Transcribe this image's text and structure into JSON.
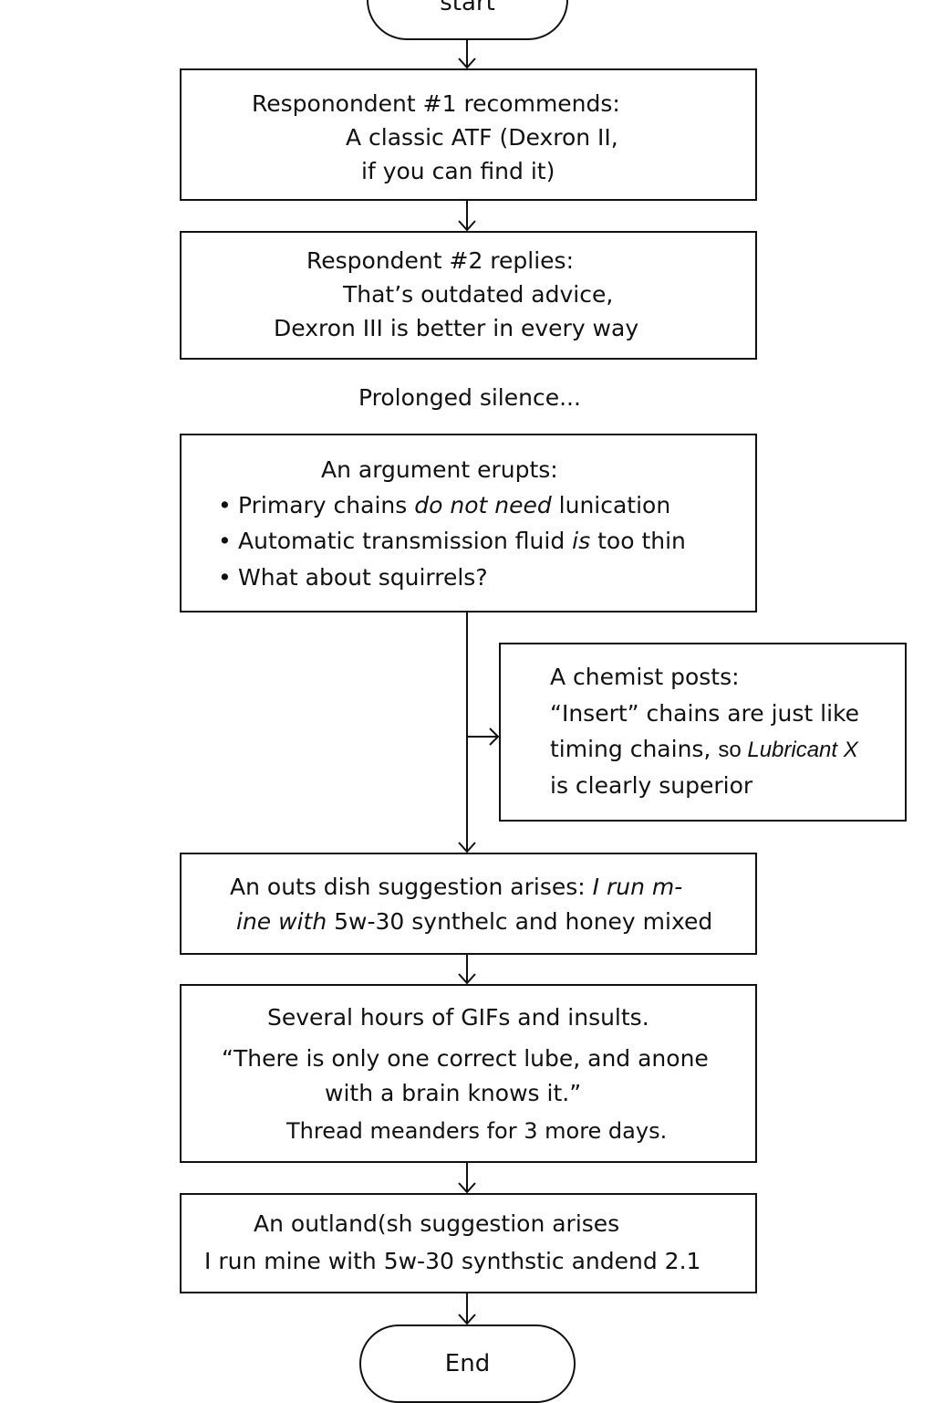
{
  "start": {
    "label": "start"
  },
  "step1": {
    "line1": "Responondent #1 recommends:",
    "line2": "A classic ATF (Dexron II,",
    "line3": "if you can find it)"
  },
  "step2": {
    "line1": "Respondent #2 replies:",
    "line2": "That’s outdated advice,",
    "line3": "Dexron III is better in every way"
  },
  "silence": {
    "text": "Prolonged silence..."
  },
  "argument": {
    "title": "An argument erupts:",
    "bullet": "•",
    "item1": {
      "pre": "Primary chains ",
      "em": "do not need",
      "post": " lunication"
    },
    "item2": {
      "pre": "Automatic transmission fluid ",
      "em": "is",
      "post": " too thin"
    },
    "item3": {
      "text": "What about squirrels?"
    }
  },
  "chemist": {
    "line1": "A chemist posts:",
    "line2": "“Insert” chains are just like",
    "line3_pre": "timing chains, ",
    "line3_so": "so ",
    "line3_em": "Lubricant X",
    "line4": "is clearly superior"
  },
  "outsdish": {
    "line1_pre": "An outs dish suggestion arises: ",
    "line1_em": "I run m-",
    "line2_em": "ine with",
    "line2_post": " 5w-30 synthelc and honey mixed"
  },
  "hours": {
    "line1": "Several hours of GIFs and insults.",
    "line2": "“There is only one correct lube, and anone",
    "line3": "with a brain knows it.”",
    "line4": "Thread meanders for 3 more days."
  },
  "outland": {
    "line1": "An outland(sh suggestion arises",
    "line2": "I run mine with 5w-30 synthstic andend 2.1"
  },
  "end": {
    "label": "End"
  }
}
